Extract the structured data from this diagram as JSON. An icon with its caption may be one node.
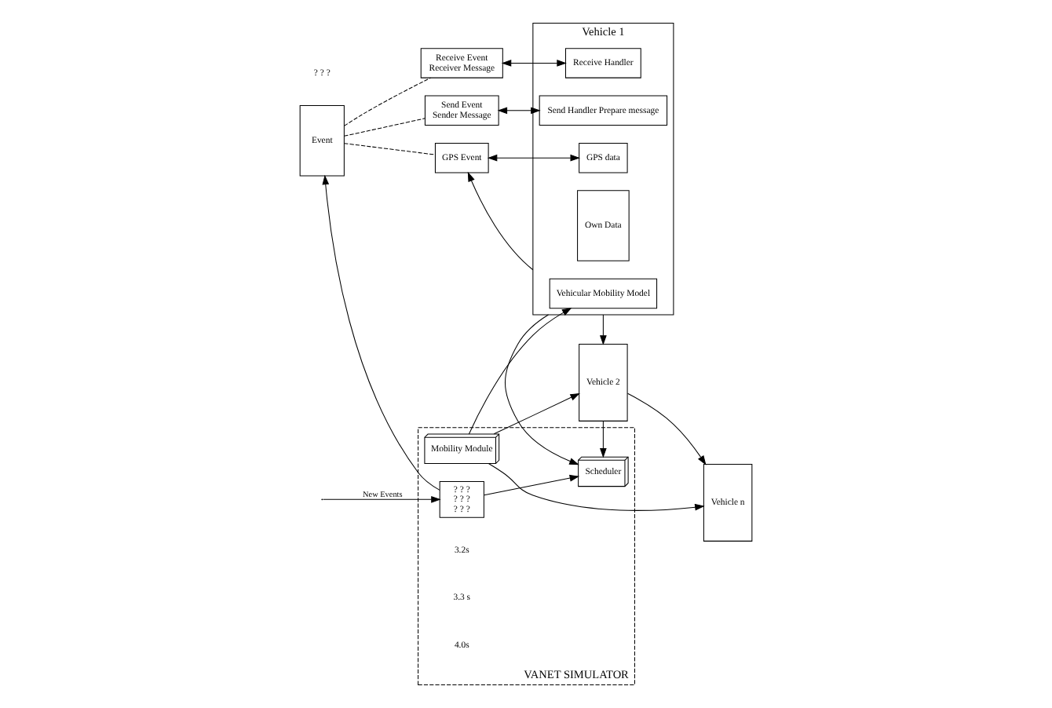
{
  "diagram": {
    "nodes": [
      {
        "text": [
          "Event"
        ]
      },
      {
        "text": [
          "Receive Event",
          "Receiver Message"
        ]
      },
      {
        "text": [
          "Send Event",
          "Sender Message"
        ]
      },
      {
        "text": [
          "GPS Event"
        ]
      },
      {
        "text": [
          "Vehicle 1"
        ]
      },
      {
        "text": [
          "Receive Handler"
        ],
        "in": 4
      },
      {
        "text": [
          "Send Handler Prepare message"
        ],
        "in": 4
      },
      {
        "text": [
          "GPS data"
        ],
        "in": 4
      },
      {
        "text": [
          "Own Data"
        ],
        "in": 4
      },
      {
        "text": [
          "Vehicular Mobility Model"
        ],
        "in": 4
      },
      {
        "text": [
          "Vehicle 2"
        ]
      },
      {
        "text": [
          "Vehicle n"
        ]
      },
      {
        "text": [
          "VANET SIMULATOR"
        ]
      },
      {
        "text": [
          "Scheduler"
        ],
        "in": 12
      },
      {
        "text": [
          "Mobility Module"
        ],
        "in": 12
      },
      {
        "text": [
          "? ? ?",
          "? ? ?",
          "? ? ?"
        ],
        "in": 12
      }
    ],
    "edges": [
      {
        "from": 0,
        "to": 1,
        "arrow": "none",
        "style": "dashed"
      },
      {
        "from": 0,
        "to": 2,
        "arrow": "none",
        "style": "dashed"
      },
      {
        "from": 0,
        "to": 3,
        "arrow": "none",
        "style": "dashed"
      },
      {
        "from": 1,
        "to": 5,
        "arrow": "both"
      },
      {
        "from": 2,
        "to": 6,
        "arrow": "both"
      },
      {
        "from": 3,
        "to": 7,
        "arrow": "both"
      },
      {
        "from": 4,
        "to": 3,
        "arrow": "to"
      },
      {
        "from": 4,
        "to": 10,
        "arrow": "to"
      },
      {
        "from": 10,
        "to": 11,
        "arrow": "to"
      },
      {
        "from": 4,
        "to": 13,
        "arrow": "to"
      },
      {
        "from": 10,
        "to": 13,
        "arrow": "to"
      },
      {
        "from": 14,
        "to": 9,
        "arrow": "to"
      },
      {
        "from": 14,
        "to": 10,
        "arrow": "to"
      },
      {
        "from": 14,
        "to": 11,
        "arrow": "to"
      },
      {
        "from": 15,
        "to": 0,
        "arrow": "to"
      },
      {
        "from": 15,
        "to": 13,
        "arrow": "to"
      },
      {
        "from": null,
        "to": 15,
        "arrow": "to",
        "label": "New Events"
      }
    ],
    "labels": [
      "? ? ?",
      "3.2s",
      "3.3 s",
      "4.0s"
    ]
  }
}
